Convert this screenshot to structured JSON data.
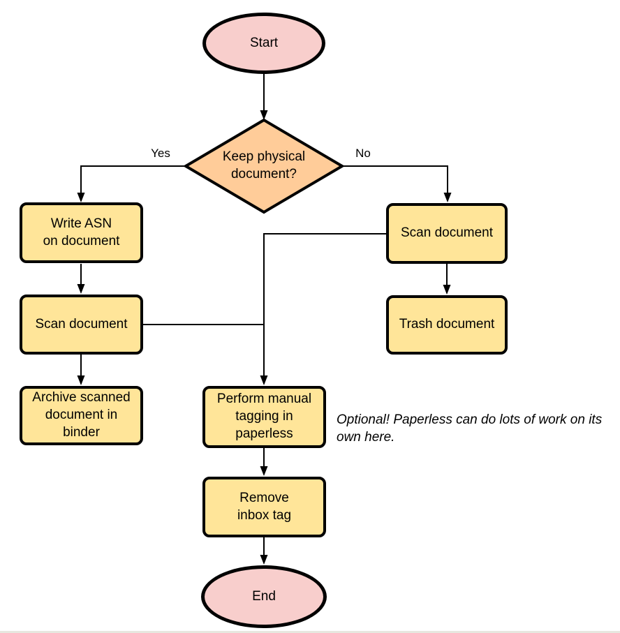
{
  "colors": {
    "terminator_fill": "#F8CECC",
    "decision_fill": "#FFCC99",
    "process_fill": "#FFE599",
    "stroke": "#000000",
    "background": "#ffffff"
  },
  "nodes": {
    "start": {
      "label": "Start",
      "type": "terminator"
    },
    "decision": {
      "label": "Keep physical\ndocument?",
      "type": "decision"
    },
    "write_asn": {
      "label": "Write ASN\non document",
      "type": "process"
    },
    "scan_left": {
      "label": "Scan document",
      "type": "process"
    },
    "archive": {
      "label": "Archive scanned\ndocument in\nbinder",
      "type": "process"
    },
    "scan_right": {
      "label": "Scan document",
      "type": "process"
    },
    "trash": {
      "label": "Trash document",
      "type": "process"
    },
    "tagging": {
      "label": "Perform manual\ntagging in\npaperless",
      "type": "process"
    },
    "remove_inbox": {
      "label": "Remove\ninbox tag",
      "type": "process"
    },
    "end": {
      "label": "End",
      "type": "terminator"
    }
  },
  "edge_labels": {
    "yes": "Yes",
    "no": "No"
  },
  "annotation": {
    "text": "Optional! Paperless can do lots of work on its own here."
  }
}
